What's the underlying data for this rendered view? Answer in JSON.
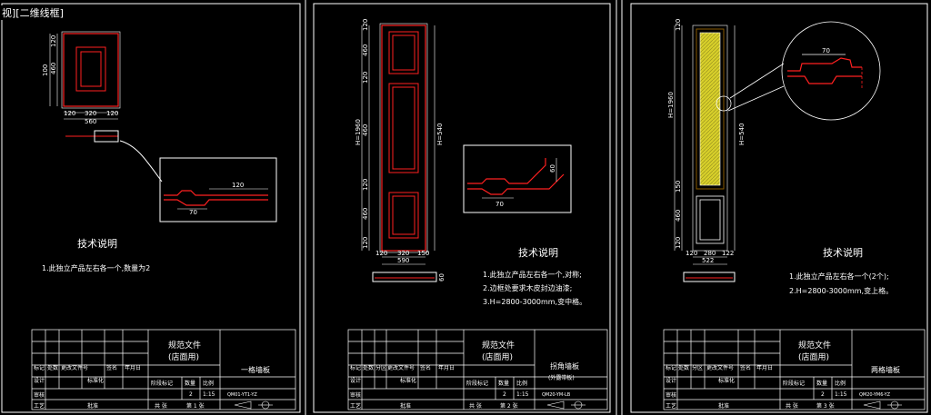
{
  "viewport_label": "视][二维线框]",
  "colors": {
    "bg": "#000000",
    "line": "#ffffff",
    "red": "#ff2020",
    "yellow": "#d8d02a"
  },
  "panels": [
    {
      "id": "p1",
      "dims_h": [
        "120",
        "460",
        "100"
      ],
      "dims_w": [
        "120",
        "320",
        "120"
      ],
      "total_w": "560",
      "detail_dims": [
        "120",
        "70"
      ],
      "tech_title": "技术说明",
      "notes": [
        "1.此独立产品左右各一个,数量为2"
      ],
      "tb": {
        "row1": [
          "标记",
          "处数",
          "更改文件号",
          "签名",
          "年月日"
        ],
        "row2": [
          "设计",
          "",
          "标准化",
          ""
        ],
        "labels": [
          "阶段标记",
          "数量",
          "比例"
        ],
        "values": [
          "",
          "2",
          "1:15"
        ],
        "row_audit": "审核",
        "row_craft": "工艺",
        "approve": "批准",
        "total": "共 张",
        "sheet": "第 1 张",
        "doc_title": "规范文件",
        "doc_sub": "(店面用)",
        "product": "一格墙板",
        "code": "QM01-YT1-YZ"
      }
    },
    {
      "id": "p2",
      "dims_h": [
        "120",
        "460",
        "120",
        "460",
        "120",
        "460",
        "120"
      ],
      "dims_w": [
        "120",
        "320",
        "150"
      ],
      "total_w": "590",
      "height_label": "H=1960",
      "full_label": "H=540",
      "side_dim": "60",
      "detail_dims": [
        "60",
        "70"
      ],
      "tech_title": "技术说明",
      "notes": [
        "1.此独立产品左右各一个,对称;",
        "2.边框处要求木皮封边油漆;",
        "3.H=2800-3000mm,变中格。"
      ],
      "tb": {
        "row1": [
          "标记",
          "处数",
          "分区",
          "更改文件号",
          "签名",
          "年月日"
        ],
        "row2": [
          "设计",
          "",
          "标准化",
          ""
        ],
        "labels": [
          "阶段标记",
          "数量",
          "比例"
        ],
        "values": [
          "",
          "2",
          "1:15"
        ],
        "row_audit": "审核",
        "row_craft": "工艺",
        "approve": "批准",
        "total": "共 张",
        "sheet": "第 2 张",
        "doc_title": "规范文件",
        "doc_sub": "(店面用)",
        "product": "拐角墙板",
        "product_sub": "(外露带板)",
        "code": "QM20-YM-LB"
      }
    },
    {
      "id": "p3",
      "dims_h": [
        "120",
        "150",
        "460",
        "120"
      ],
      "dims_w": [
        "120",
        "280",
        "122"
      ],
      "total_w": "522",
      "height_label": "H=1960",
      "full_label": "H=540",
      "detail_dims": [
        "70"
      ],
      "tech_title": "技术说明",
      "notes": [
        "1.此独立产品左右各一个(2个);",
        "2.H=2800-3000mm,变上格。"
      ],
      "tb": {
        "row1": [
          "标记",
          "处数",
          "分区",
          "更改文件号",
          "签名",
          "年月日"
        ],
        "row2": [
          "设计",
          "",
          "标准化",
          ""
        ],
        "labels": [
          "阶段标记",
          "数量",
          "比例"
        ],
        "values": [
          "",
          "2",
          "1:15"
        ],
        "row_audit": "审核",
        "row_craft": "工艺",
        "approve": "批准",
        "total": "共 张",
        "sheet": "第 3 张",
        "doc_title": "规范文件",
        "doc_sub": "(店面用)",
        "product": "两格墙板",
        "code": "QM20-YM6-YZ"
      }
    }
  ]
}
